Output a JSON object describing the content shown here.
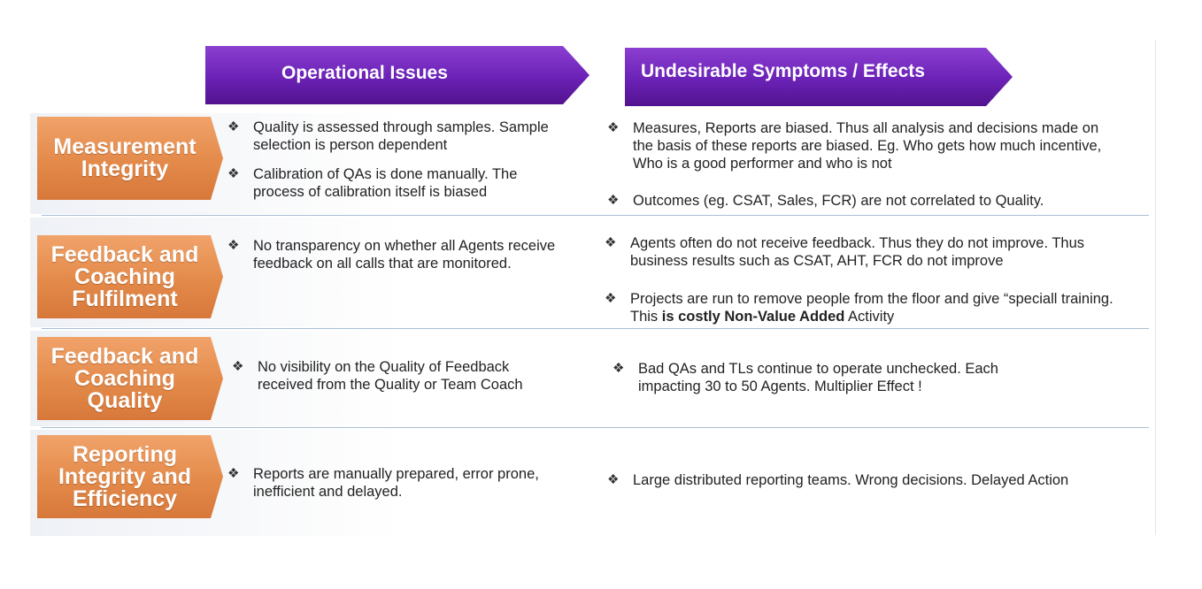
{
  "headers": {
    "issues": "Operational Issues",
    "effects": "Undesirable  Symptoms /  Effects"
  },
  "bullet_symbol": "❖",
  "colors": {
    "header_purple": "#6a21b5",
    "label_orange": "#e38a4a",
    "separator": "#a9bfd3"
  },
  "rows": [
    {
      "label": "Measurement Integrity",
      "issues": [
        "Quality is assessed through  samples. Sample selection  is person  dependent",
        "Calibration of QAs is done  manually.  The process  of calibration itself is biased"
      ],
      "effects": [
        "Measures, Reports are biased. Thus all analysis and decisions made on the basis of these reports are biased. Eg. Who gets how much incentive, Who is a good performer and who is not",
        "Outcomes (eg. CSAT, Sales, FCR) are not correlated to Quality."
      ]
    },
    {
      "label": "Feedback and Coaching Fulfilment",
      "issues": [
        "No transparency on whether all Agents receive feedback on all calls that are monitored."
      ],
      "effects": [
        "Agents often do not receive feedback. Thus they do not improve. Thus business results such as CSAT, AHT, FCR do not improve"
      ],
      "effect2": {
        "pre": "Projects are run to remove people from the floor and give  “speciall training. This ",
        "bold": "is costly  Non-Value Added",
        "post": " Activity"
      }
    },
    {
      "label": "Feedback and Coaching Quality",
      "issues": [
        "No visibility on the Quality of Feedback received from the Quality or Team Coach"
      ],
      "effects": [
        "Bad QAs and TLs continue to operate  unchecked. Each impacting 30 to 50 Agents. Multiplier Effect !"
      ]
    },
    {
      "label": "Reporting Integrity and Efficiency",
      "issues": [
        "Reports are manually prepared, error prone, inefficient and delayed."
      ],
      "effects": [
        "Large distributed reporting teams. Wrong decisions. Delayed Action"
      ]
    }
  ]
}
